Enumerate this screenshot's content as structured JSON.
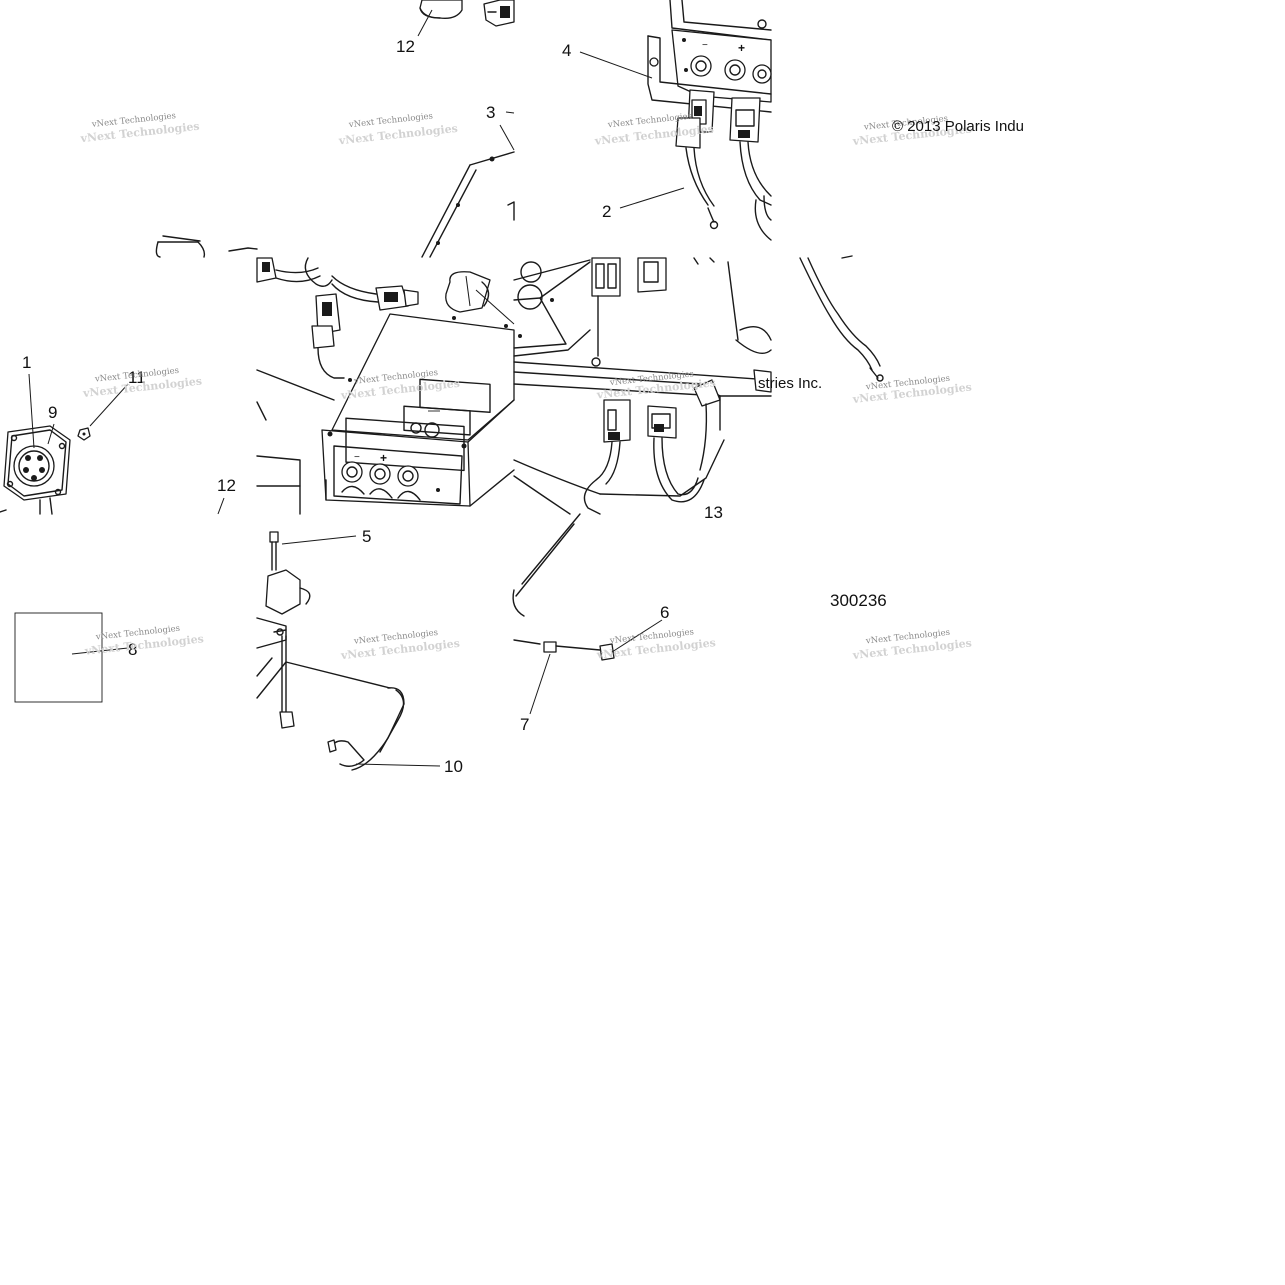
{
  "diagram": {
    "figure_number": "300236",
    "copyright_top": "© 2013 Polaris Indu",
    "copyright_mid": "stries Inc.",
    "watermark_text": "vNext Technologies",
    "callouts": [
      {
        "id": "c12a",
        "label": "12"
      },
      {
        "id": "c4",
        "label": "4"
      },
      {
        "id": "c3",
        "label": "3"
      },
      {
        "id": "c2",
        "label": "2"
      },
      {
        "id": "c1",
        "label": "1"
      },
      {
        "id": "c11",
        "label": "11"
      },
      {
        "id": "c9",
        "label": "9"
      },
      {
        "id": "c12b",
        "label": "12"
      },
      {
        "id": "c5",
        "label": "5"
      },
      {
        "id": "c6",
        "label": "6"
      },
      {
        "id": "c8",
        "label": "8"
      },
      {
        "id": "c7",
        "label": "7"
      },
      {
        "id": "c10",
        "label": "10"
      }
    ],
    "charger_panel": {
      "minus": "−",
      "plus": "+"
    }
  }
}
